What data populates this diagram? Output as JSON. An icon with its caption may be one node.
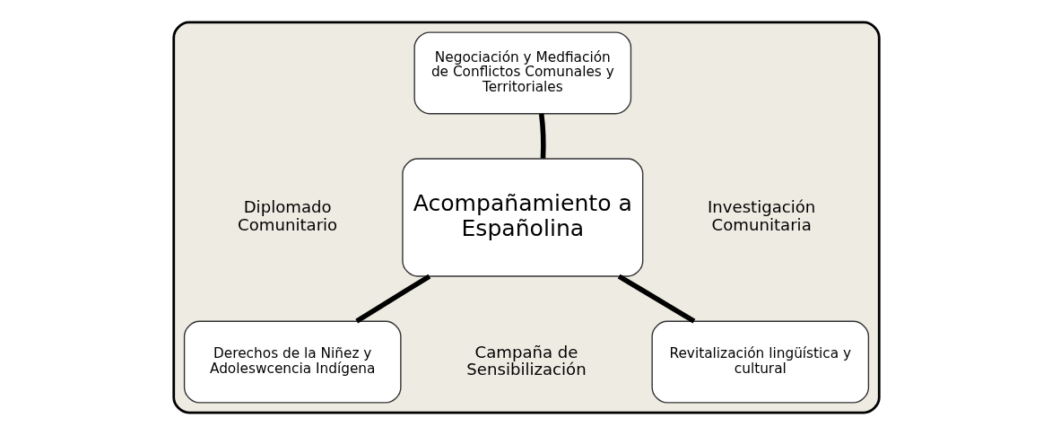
{
  "diagram": {
    "nodes": [
      {
        "text": [],
        "shape": "box"
      },
      {
        "text": [
          "Acompañamiento a Españolina"
        ],
        "in": 0
      },
      {
        "text": [
          "Negociación y Medfiación de Conflictos Comunales y Territoriales"
        ],
        "in": 0
      },
      {
        "text": [
          "Derechos de la Niñez y Adoleswcencia Indígena"
        ],
        "in": 0
      },
      {
        "text": [
          "Revitalización lingüística y cultural"
        ],
        "in": 0
      }
    ],
    "edges": [
      {
        "from": 1,
        "to": 2,
        "arrow": "none"
      },
      {
        "from": 1,
        "to": 3,
        "arrow": "none"
      },
      {
        "from": 1,
        "to": 4,
        "arrow": "none"
      }
    ],
    "labels": [
      "Diplomado Comunitario",
      "Investigación Comunitaria",
      "Campaña de Sensibilización"
    ]
  }
}
